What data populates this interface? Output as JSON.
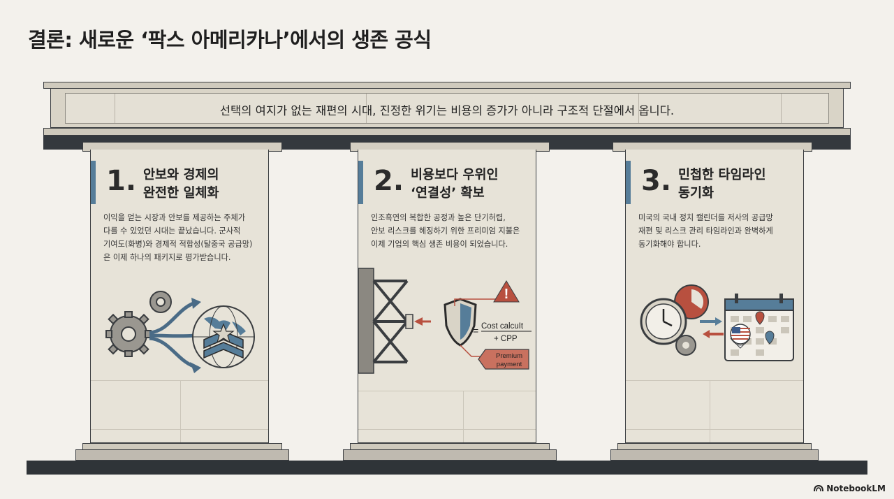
{
  "title": "결론: 새로운 ‘팍스 아메리카나’에서의 생존 공식",
  "banner": "선택의 여지가 없는 재편의 시대, 진정한 위기는 비용의 증가가 아니라 구조적 단절에서 옵니다.",
  "pillars": [
    {
      "number": "1.",
      "heading_line1": "안보와 경제의",
      "heading_line2": "완전한 일체화",
      "body_lines": [
        "이익을 얻는 시장과 안보를 제공하는 주체가",
        "다를 수 있었던 시대는 끝났습니다. 군사적",
        "기여도(화병)와 경제적 적합성(탈중국 공급망)",
        "은 이제 하나의 패키지로 평가받습니다."
      ]
    },
    {
      "number": "2.",
      "heading_line1": "비용보다 우위인",
      "heading_line2": "‘연결성’ 확보",
      "body_lines": [
        "인조흑연의 복합한 공정과 높은 단기허렵,",
        "안보 리스크를 헤징하기 위한 프리미엄 지불은",
        "이제 기업의 핵심 생존 비용이 되었습니다."
      ],
      "icon_labels": {
        "cost_line1": "Cost calcuIt",
        "cost_line2": "+ CPP",
        "premium_line1": "Premium",
        "premium_line2": "payment",
        "equals": "="
      }
    },
    {
      "number": "3.",
      "heading_line1": "민첩한 타임라인",
      "heading_line2": "동기화",
      "body_lines": [
        "미국의 국내 정치 캘린더를 저사의 공급망",
        "재편 및 리스크 관리 타임라인과 완벽하게",
        "동기화해야 합니다."
      ]
    }
  ],
  "brand": "NotebookLM",
  "colors": {
    "accent_blue": "#567d99",
    "accent_red": "#b8503f",
    "dark": "#34393e"
  },
  "icons": [
    "gears-to-globe-icon",
    "shield-cost-icon",
    "clock-calendar-icon",
    "notebooklm-logo-icon"
  ]
}
